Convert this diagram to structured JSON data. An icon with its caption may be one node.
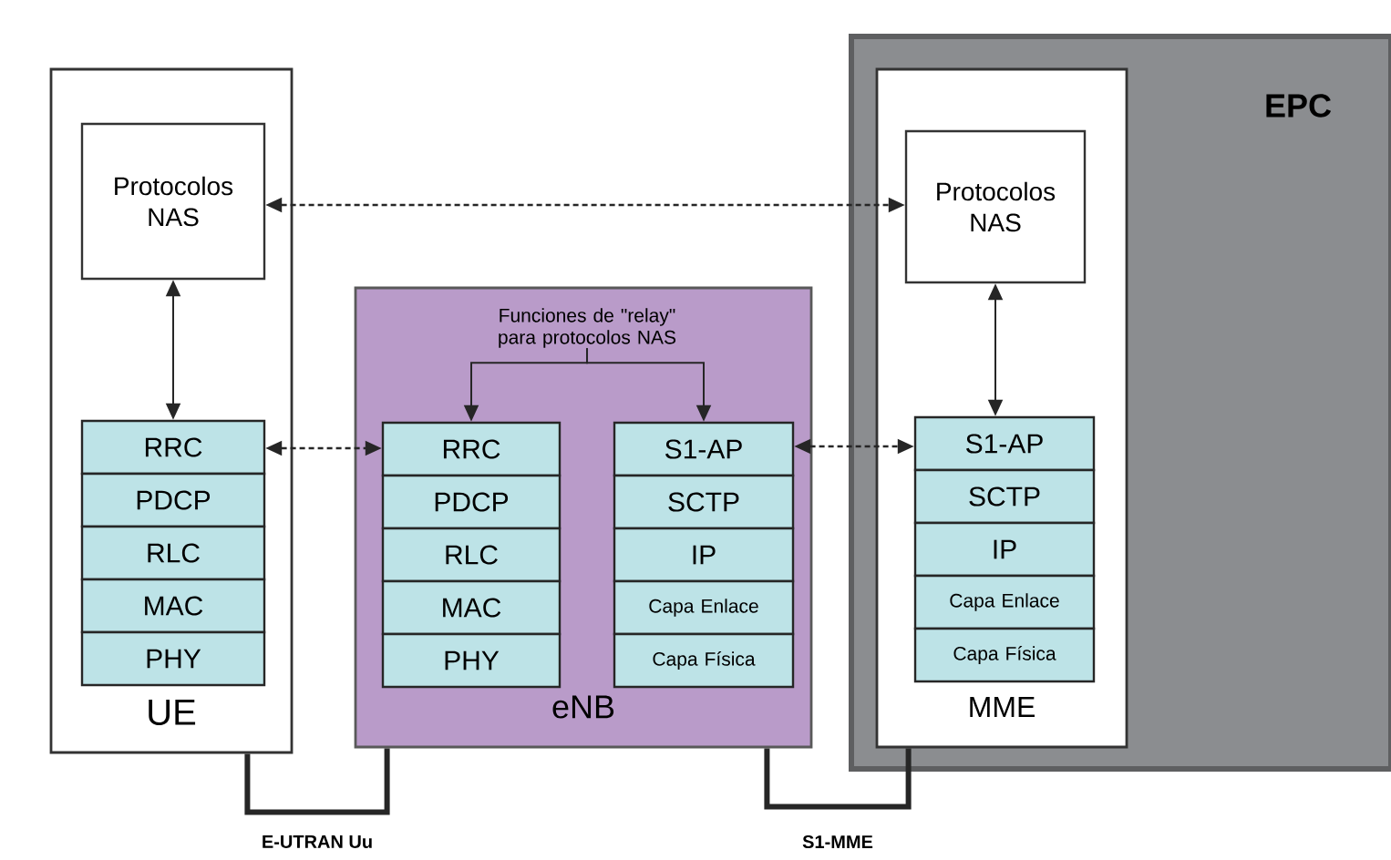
{
  "diagram": {
    "nodes": [
      {
        "text": [
          "UE"
        ]
      },
      {
        "text": [
          "Protocolos NAS"
        ],
        "in": 0
      },
      {
        "text": [
          "RRC"
        ],
        "in": 0
      },
      {
        "text": [
          "PDCP"
        ],
        "in": 0
      },
      {
        "text": [
          "RLC"
        ],
        "in": 0
      },
      {
        "text": [
          "MAC"
        ],
        "in": 0
      },
      {
        "text": [
          "PHY"
        ],
        "in": 0
      },
      {
        "text": [
          "eNB"
        ]
      },
      {
        "text": [
          "Funciones de \"relay\" para protocolos NAS"
        ],
        "in": 7
      },
      {
        "text": [
          "RRC"
        ],
        "in": 7
      },
      {
        "text": [
          "PDCP"
        ],
        "in": 7
      },
      {
        "text": [
          "RLC"
        ],
        "in": 7
      },
      {
        "text": [
          "MAC"
        ],
        "in": 7
      },
      {
        "text": [
          "PHY"
        ],
        "in": 7
      },
      {
        "text": [
          "S1-AP"
        ],
        "in": 7
      },
      {
        "text": [
          "SCTP"
        ],
        "in": 7
      },
      {
        "text": [
          "IP"
        ],
        "in": 7
      },
      {
        "text": [
          "Capa Enlace"
        ],
        "in": 7
      },
      {
        "text": [
          "Capa Física"
        ],
        "in": 7
      },
      {
        "text": [
          "EPC"
        ]
      },
      {
        "text": [
          "MME"
        ],
        "in": 19
      },
      {
        "text": [
          "Protocolos NAS"
        ],
        "in": 20
      },
      {
        "text": [
          "S1-AP"
        ],
        "in": 20
      },
      {
        "text": [
          "SCTP"
        ],
        "in": 20
      },
      {
        "text": [
          "IP"
        ],
        "in": 20
      },
      {
        "text": [
          "Capa Enlace"
        ],
        "in": 20
      },
      {
        "text": [
          "Capa Física"
        ],
        "in": 20
      }
    ],
    "edges": [
      {
        "from": 1,
        "to": 21,
        "arrow": "both",
        "style": "dashed"
      },
      {
        "from": 1,
        "to": 2,
        "arrow": "both"
      },
      {
        "from": 2,
        "to": 9,
        "arrow": "both",
        "style": "dashed"
      },
      {
        "from": 8,
        "to": 9,
        "arrow": "to"
      },
      {
        "from": 8,
        "to": 14,
        "arrow": "to"
      },
      {
        "from": 14,
        "to": 22,
        "arrow": "both",
        "style": "dashed"
      },
      {
        "from": 21,
        "to": 22,
        "arrow": "both"
      },
      {
        "from": 0,
        "to": 7,
        "arrow": "none",
        "label": "E-UTRAN Uu",
        "style": "thick"
      },
      {
        "from": 7,
        "to": 20,
        "arrow": "none",
        "label": "S1-MME",
        "style": "thick"
      }
    ]
  }
}
